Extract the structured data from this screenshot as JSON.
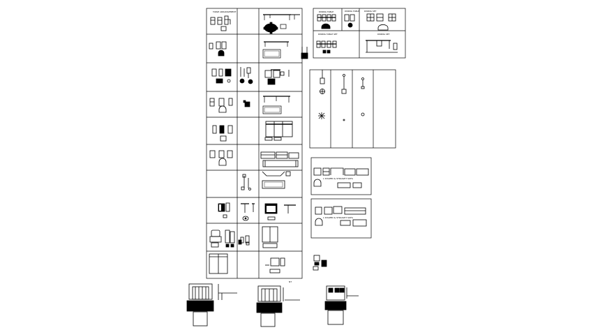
{
  "drawing": {
    "labels": {
      "main_header": "TABLE ARRANGEMENT",
      "panel_a_h1": "DINING TABLE",
      "panel_a_h2": "DINING TABLE",
      "panel_a_h3": "DINING SET",
      "panel_a_h4": "DINING TABLE SET",
      "panel_a_h5": "DINING SET",
      "sofa_caption_1": "L SHAPED & STRAIGHT SOFA",
      "sofa_caption_2": "L SHAPED & STRAIGHT SOFA",
      "mark": "NT"
    },
    "colors": {
      "line": "#000000",
      "background": "#ffffff"
    }
  }
}
